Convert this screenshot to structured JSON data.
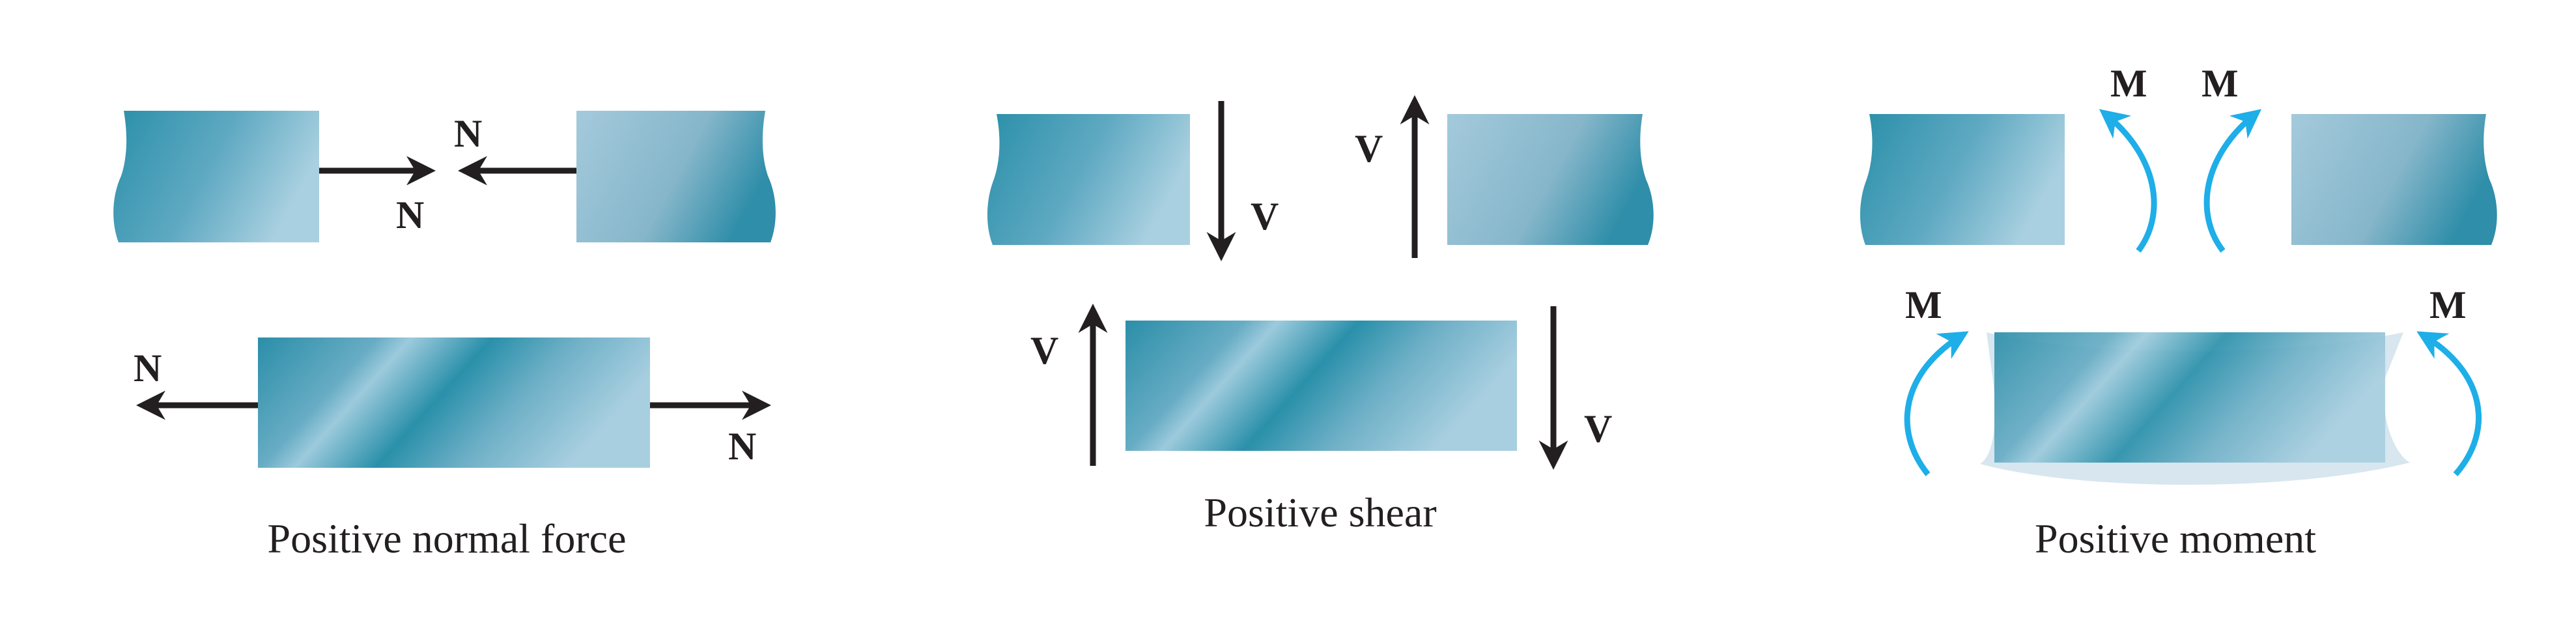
{
  "panels": [
    {
      "caption": "Positive normal force",
      "labels": [
        "N",
        "N",
        "N",
        "N"
      ]
    },
    {
      "caption": "Positive shear",
      "labels": [
        "V",
        "V",
        "V",
        "V"
      ]
    },
    {
      "caption": "Positive moment",
      "labels": [
        "M",
        "M",
        "M",
        "M"
      ]
    }
  ],
  "colors": {
    "beam_dark": "#2a8fa9",
    "beam_light": "#a9cfdf",
    "arrow_force": "#231f20",
    "arrow_moment": "#1eaee8",
    "text": "#231f20"
  },
  "icons": {
    "force_arrow": "straight-arrow",
    "moment_arrow": "curved-arrow"
  }
}
